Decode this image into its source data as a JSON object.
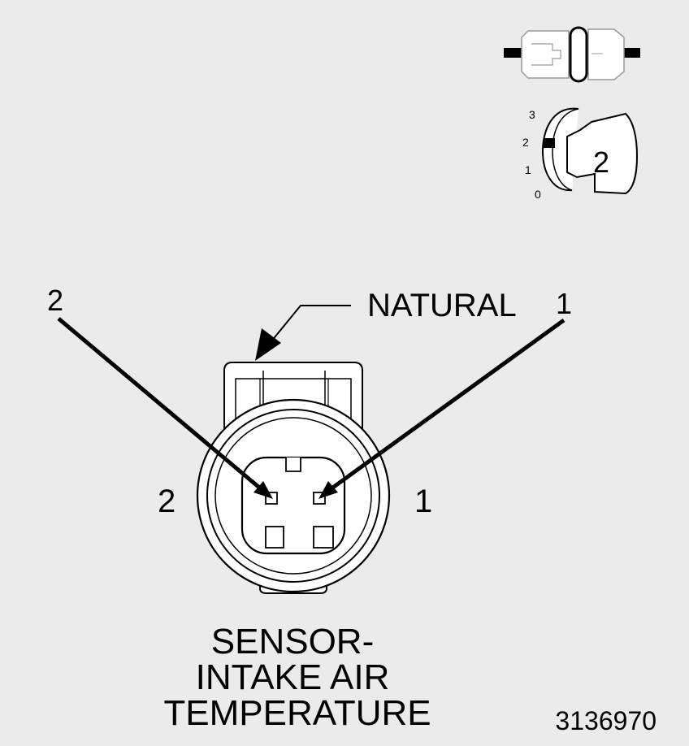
{
  "diagram": {
    "color_label": "NATURAL",
    "pin_callout_left": "2",
    "pin_callout_right": "1",
    "pin_label_left": "2",
    "pin_label_right": "1",
    "title_line1": "SENSOR-",
    "title_line2": "INTAKE AIR",
    "title_line3": "TEMPERATURE",
    "figure_number": "3136970"
  },
  "legend": {
    "scale_3": "3",
    "scale_2": "2",
    "scale_1": "1",
    "scale_0": "0",
    "connector_count": "2"
  },
  "colors": {
    "background": "#ebebeb",
    "line": "#000000",
    "fill": "#ffffff"
  }
}
